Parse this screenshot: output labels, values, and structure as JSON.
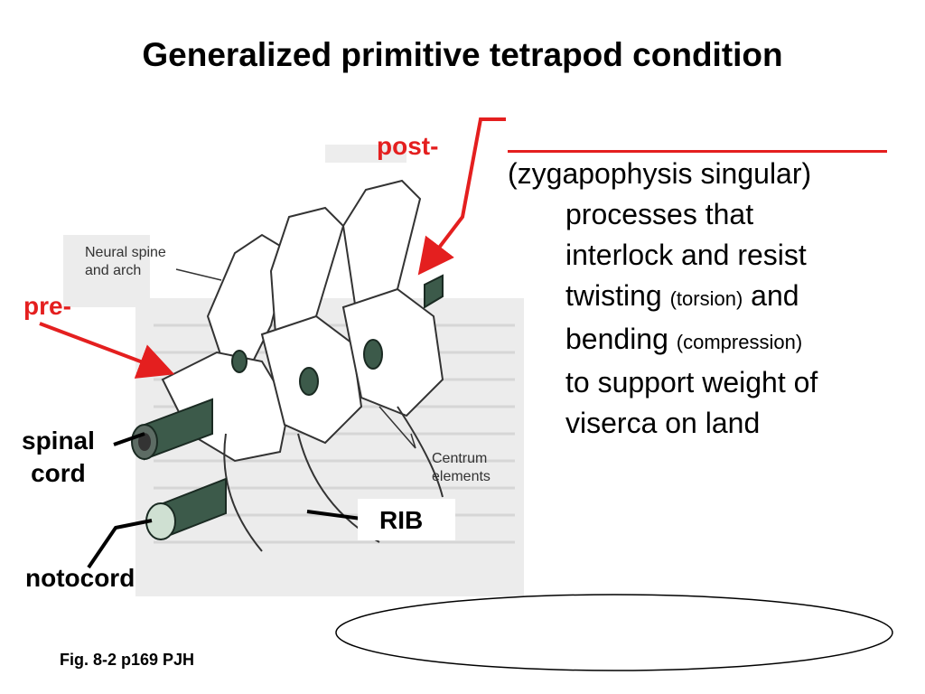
{
  "title": "Generalized primitive tetrapod condition",
  "labels": {
    "post": "post-",
    "pre": "pre-",
    "spinal_line1": "spinal",
    "spinal_line2": "cord",
    "notocord": "notocord",
    "rib": "RIB",
    "neural_spine_line1": "Neural spine",
    "neural_spine_line2": "and arch",
    "centrum_line1": "Centrum",
    "centrum_line2": "elements"
  },
  "description": {
    "line1": "(zygapophysis singular)",
    "line2": "processes that",
    "line3": "interlock and resist",
    "line4_a": "twisting",
    "line4_small": "(torsion)",
    "line4_b": "and",
    "line5_a": "bending",
    "line5_small": "(compression)",
    "line6": "to support weight of",
    "line7": "viserca on land"
  },
  "caption": "Fig. 8-2 p169 PJH",
  "colors": {
    "accent_red": "#e41f1f",
    "tube_green": "#3c5a4a",
    "page_gray": "#eeeeee"
  }
}
